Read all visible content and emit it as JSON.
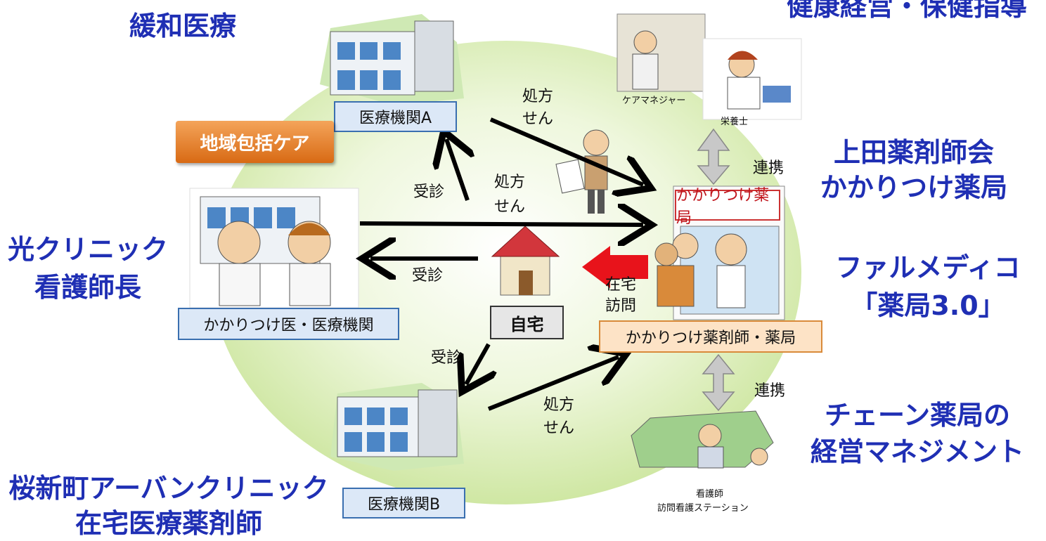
{
  "corner_labels": {
    "top_left_line1": "緩和医療",
    "top_right_line1": "健康経営・保健指導",
    "right_upper_line1": "上田薬剤師会",
    "right_upper_line2": "かかりつけ薬局",
    "left_mid_line1": "光クリニック",
    "left_mid_line2": "看護師長",
    "right_mid_line1": "ファルメディコ",
    "right_mid_line2": "「薬局3.0」",
    "right_lower_line1": "チェーン薬局の",
    "right_lower_line2": "経営マネジメント",
    "bottom_left_line1": "桜新町アーバンクリニック",
    "bottom_left_line2": "在宅医療薬剤師"
  },
  "nodes": {
    "hospital_a": "医療機関A",
    "hospital_b": "医療機関B",
    "family_doctor": "かかりつけ医・医療機関",
    "home": "自宅",
    "pharmacist": "かかりつけ薬剤師・薬局",
    "pharmacy_sign": "かかりつけ薬局",
    "community_care": "地域包括ケア"
  },
  "edges": {
    "prescription_1_a": "処方",
    "prescription_1_b": "せん",
    "prescription_2_a": "処方",
    "prescription_2_b": "せん",
    "prescription_3_a": "処方",
    "prescription_3_b": "せん",
    "visit_1": "受診",
    "visit_2": "受診",
    "visit_3": "受診",
    "home_visit_a": "在宅",
    "home_visit_b": "訪問",
    "link_1": "連携",
    "link_2": "連携"
  },
  "small_captions": {
    "care_manager": "ケアマネジャー",
    "nutritionist": "栄養士",
    "nurse": "看護師",
    "visiting_nurse_station": "訪問看護ステーション"
  },
  "colors": {
    "label_blue": "#1f2fb4",
    "ellipse_fill": "#d7ecb0",
    "home_arrow_red": "#e8131b",
    "badge_orange": "#e07a22"
  }
}
